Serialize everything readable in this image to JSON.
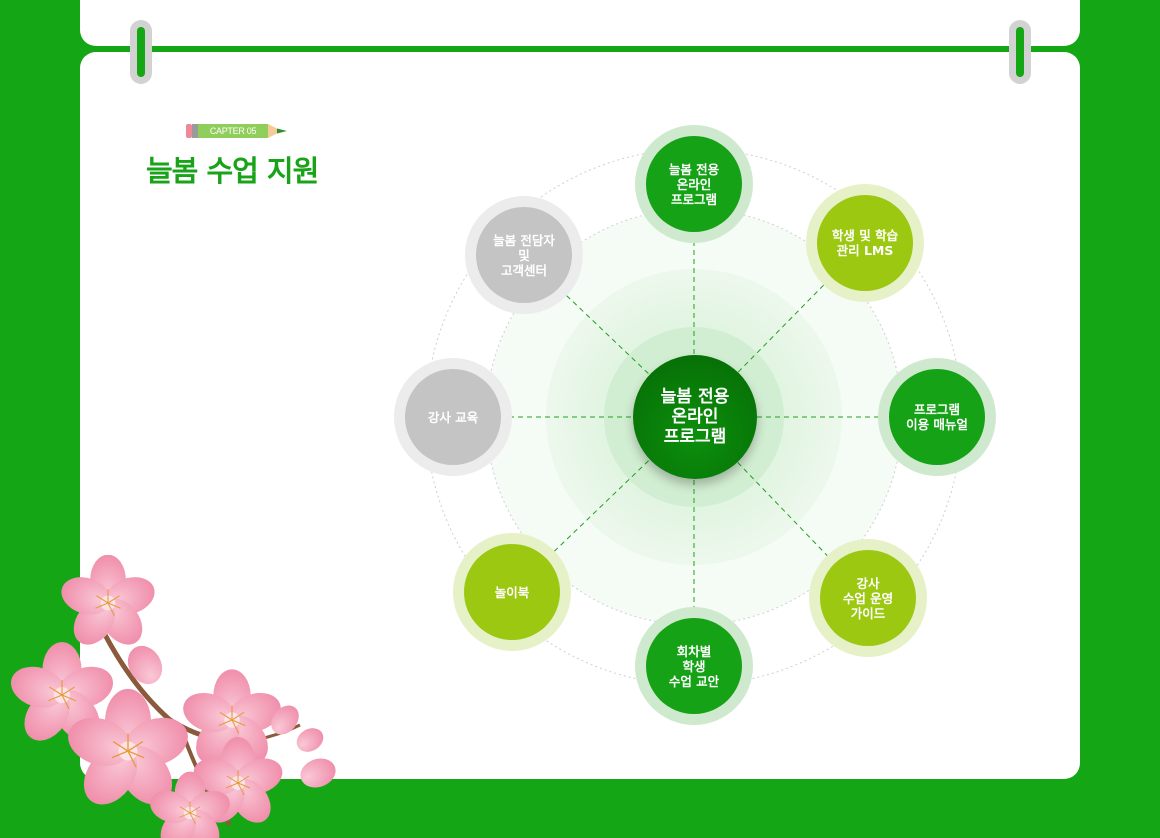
{
  "chapter_label": "CAPTER 05",
  "page_title": "늘봄 수업 지원",
  "center": {
    "label": "늘봄 전용\n온라인\n프로그램"
  },
  "nodes": [
    {
      "id": "online-program",
      "label": "늘봄 전용\n온라인\n프로그램",
      "color": "green"
    },
    {
      "id": "lms",
      "label": "학생 및 학습\n관리 LMS",
      "color": "lime"
    },
    {
      "id": "manual",
      "label": "프로그램\n이용 매뉴얼",
      "color": "green"
    },
    {
      "id": "guide",
      "label": "강사\n수업 운영\n가이드",
      "color": "lime"
    },
    {
      "id": "lesson-plan",
      "label": "회차별\n학생\n수업 교안",
      "color": "green"
    },
    {
      "id": "play-book",
      "label": "놀이북",
      "color": "lime"
    },
    {
      "id": "instructor-training",
      "label": "강사 교육",
      "color": "gray"
    },
    {
      "id": "support-center",
      "label": "늘봄 전담자\n및\n고객센터",
      "color": "gray"
    }
  ],
  "colors": {
    "background": "#14a614",
    "green_node": "#16a216",
    "lime_node": "#9cc812",
    "gray_node": "#c4c4c4",
    "title": "#19a319"
  }
}
